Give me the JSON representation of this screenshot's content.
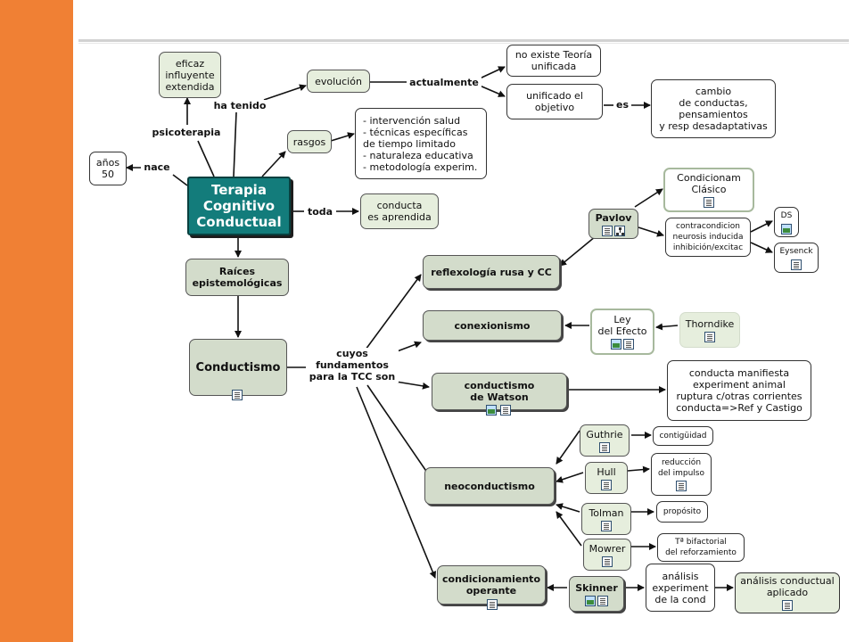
{
  "nodes": {
    "central": "Terapia\nCognitivo\nConductual",
    "eficaz": "eficaz\ninfluyente\nextendida",
    "anos": "años\n50",
    "evolucion": "evolución",
    "no_teoria": "no existe Teoría\nunificada",
    "unificado": "unificado el\nobjetivo",
    "cambio": "cambio\nde conductas,\npensamientos\ny resp desadaptativas",
    "rasgos": "rasgos",
    "rasgos_list": "- intervención salud\n- técnicas específicas\n  de tiempo limitado\n- naturaleza educativa\n- metodología experim.",
    "conducta_aprendida": "conducta\nes aprendida",
    "raices": "Raíces\nepistemológicas",
    "conductismo": "Conductismo",
    "reflexologia": "reflexología rusa y CC",
    "pavlov": "Pavlov",
    "cond_clasico": "Condicionam\nClásico",
    "contracondicion": "contracondicion\nneurosis inducida\ninhibición/excitac",
    "ds": "DS",
    "eysenck": "Eysenck",
    "conexionismo": "conexionismo",
    "ley_efecto": "Ley\ndel Efecto",
    "thorndike": "Thorndike",
    "watson": "conductismo\nde Watson",
    "conducta_manifiesta": "conducta manifiesta\nexperiment animal\nruptura c/otras corrientes\nconducta=>Ref y Castigo",
    "neoconductismo": "neoconductismo",
    "guthrie": "Guthrie",
    "contiguidad": "contigüidad",
    "hull": "Hull",
    "reduccion": "reducción\ndel impulso",
    "tolman": "Tolman",
    "proposito": "propósito",
    "mowrer": "Mowrer",
    "bifactorial": "Tª bifactorial\ndel reforzamiento",
    "cond_operante": "condicionamiento\noperante",
    "skinner": "Skinner",
    "analisis_exp": "análisis\nexperiment\nde la cond",
    "analisis_apl": "análisis conductual\naplicado"
  },
  "links": {
    "psicoterapia": "psicoterapia",
    "ha_tenido": "ha tenido",
    "actualmente": "actualmente",
    "es": "es",
    "nace": "nace",
    "toda": "toda",
    "cuyos": "cuyos\nfundamentos\npara la TCC son"
  },
  "colors": {
    "sidebar": "#f08034",
    "central": "#137c7b",
    "concept_green": "#d3dccb",
    "concept_light": "#e6eedd"
  }
}
